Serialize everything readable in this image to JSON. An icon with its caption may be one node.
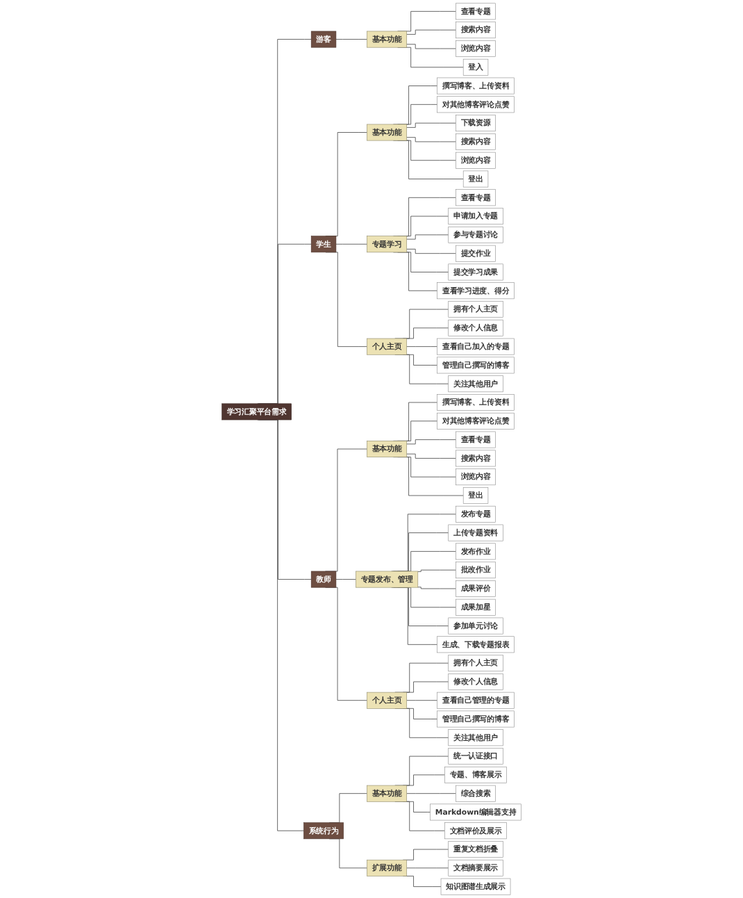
{
  "diagram": {
    "nodes": [
      {
        "text": [
          "学习汇聚平台需求"
        ]
      },
      {
        "text": [
          "游客"
        ]
      },
      {
        "text": [
          "基本功能"
        ]
      },
      {
        "text": [
          "查看专题"
        ]
      },
      {
        "text": [
          "搜索内容"
        ]
      },
      {
        "text": [
          "浏览内容"
        ]
      },
      {
        "text": [
          "登入"
        ]
      },
      {
        "text": [
          "学生"
        ]
      },
      {
        "text": [
          "基本功能"
        ]
      },
      {
        "text": [
          "撰写博客、上传资料"
        ]
      },
      {
        "text": [
          "对其他博客评论点赞"
        ]
      },
      {
        "text": [
          "下载资源"
        ]
      },
      {
        "text": [
          "搜索内容"
        ]
      },
      {
        "text": [
          "浏览内容"
        ]
      },
      {
        "text": [
          "登出"
        ]
      },
      {
        "text": [
          "专题学习"
        ]
      },
      {
        "text": [
          "查看专题"
        ]
      },
      {
        "text": [
          "申请加入专题"
        ]
      },
      {
        "text": [
          "参与专题讨论"
        ]
      },
      {
        "text": [
          "提交作业"
        ]
      },
      {
        "text": [
          "提交学习成果"
        ]
      },
      {
        "text": [
          "查看学习进度、得分"
        ]
      },
      {
        "text": [
          "个人主页"
        ]
      },
      {
        "text": [
          "拥有个人主页"
        ]
      },
      {
        "text": [
          "修改个人信息"
        ]
      },
      {
        "text": [
          "查看自己加入的专题"
        ]
      },
      {
        "text": [
          "管理自己撰写的博客"
        ]
      },
      {
        "text": [
          "关注其他用户"
        ]
      },
      {
        "text": [
          "教师"
        ]
      },
      {
        "text": [
          "基本功能"
        ]
      },
      {
        "text": [
          "撰写博客、上传资料"
        ]
      },
      {
        "text": [
          "对其他博客评论点赞"
        ]
      },
      {
        "text": [
          "查看专题"
        ]
      },
      {
        "text": [
          "搜索内容"
        ]
      },
      {
        "text": [
          "浏览内容"
        ]
      },
      {
        "text": [
          "登出"
        ]
      },
      {
        "text": [
          "专题发布、管理"
        ]
      },
      {
        "text": [
          "发布专题"
        ]
      },
      {
        "text": [
          "上传专题资料"
        ]
      },
      {
        "text": [
          "发布作业"
        ]
      },
      {
        "text": [
          "批改作业"
        ]
      },
      {
        "text": [
          "成果评价"
        ]
      },
      {
        "text": [
          "成果加星"
        ]
      },
      {
        "text": [
          "参加单元讨论"
        ]
      },
      {
        "text": [
          "生成、下载专题报表"
        ]
      },
      {
        "text": [
          "个人主页"
        ]
      },
      {
        "text": [
          "拥有个人主页"
        ]
      },
      {
        "text": [
          "修改个人信息"
        ]
      },
      {
        "text": [
          "查看自己管理的专题"
        ]
      },
      {
        "text": [
          "管理自己撰写的博客"
        ]
      },
      {
        "text": [
          "关注其他用户"
        ]
      },
      {
        "text": [
          "系统行为"
        ]
      },
      {
        "text": [
          "基本功能"
        ]
      },
      {
        "text": [
          "统一认证接口"
        ]
      },
      {
        "text": [
          "专题、博客展示"
        ]
      },
      {
        "text": [
          "综合搜索"
        ]
      },
      {
        "text": [
          "Markdown编辑器支持"
        ]
      },
      {
        "text": [
          "文档评价及展示"
        ]
      },
      {
        "text": [
          "扩展功能"
        ]
      },
      {
        "text": [
          "重复文档折叠"
        ]
      },
      {
        "text": [
          "文档摘要展示"
        ]
      },
      {
        "text": [
          "知识图谱生成展示"
        ]
      }
    ],
    "edges": [
      {
        "from": 0,
        "to": 1,
        "arrow": "none"
      },
      {
        "from": 0,
        "to": 7,
        "arrow": "none"
      },
      {
        "from": 0,
        "to": 28,
        "arrow": "none"
      },
      {
        "from": 0,
        "to": 51,
        "arrow": "none"
      },
      {
        "from": 1,
        "to": 2,
        "arrow": "none"
      },
      {
        "from": 2,
        "to": 3,
        "arrow": "none"
      },
      {
        "from": 2,
        "to": 4,
        "arrow": "none"
      },
      {
        "from": 2,
        "to": 5,
        "arrow": "none"
      },
      {
        "from": 2,
        "to": 6,
        "arrow": "none"
      },
      {
        "from": 7,
        "to": 8,
        "arrow": "none"
      },
      {
        "from": 8,
        "to": 9,
        "arrow": "none"
      },
      {
        "from": 8,
        "to": 10,
        "arrow": "none"
      },
      {
        "from": 8,
        "to": 11,
        "arrow": "none"
      },
      {
        "from": 8,
        "to": 12,
        "arrow": "none"
      },
      {
        "from": 8,
        "to": 13,
        "arrow": "none"
      },
      {
        "from": 8,
        "to": 14,
        "arrow": "none"
      },
      {
        "from": 7,
        "to": 15,
        "arrow": "none"
      },
      {
        "from": 15,
        "to": 16,
        "arrow": "none"
      },
      {
        "from": 15,
        "to": 17,
        "arrow": "none"
      },
      {
        "from": 15,
        "to": 18,
        "arrow": "none"
      },
      {
        "from": 15,
        "to": 19,
        "arrow": "none"
      },
      {
        "from": 15,
        "to": 20,
        "arrow": "none"
      },
      {
        "from": 15,
        "to": 21,
        "arrow": "none"
      },
      {
        "from": 7,
        "to": 22,
        "arrow": "none"
      },
      {
        "from": 22,
        "to": 23,
        "arrow": "none"
      },
      {
        "from": 22,
        "to": 24,
        "arrow": "none"
      },
      {
        "from": 22,
        "to": 25,
        "arrow": "none"
      },
      {
        "from": 22,
        "to": 26,
        "arrow": "none"
      },
      {
        "from": 22,
        "to": 27,
        "arrow": "none"
      },
      {
        "from": 28,
        "to": 29,
        "arrow": "none"
      },
      {
        "from": 29,
        "to": 30,
        "arrow": "none"
      },
      {
        "from": 29,
        "to": 31,
        "arrow": "none"
      },
      {
        "from": 29,
        "to": 32,
        "arrow": "none"
      },
      {
        "from": 29,
        "to": 33,
        "arrow": "none"
      },
      {
        "from": 29,
        "to": 34,
        "arrow": "none"
      },
      {
        "from": 29,
        "to": 35,
        "arrow": "none"
      },
      {
        "from": 28,
        "to": 36,
        "arrow": "none"
      },
      {
        "from": 36,
        "to": 37,
        "arrow": "none"
      },
      {
        "from": 36,
        "to": 38,
        "arrow": "none"
      },
      {
        "from": 36,
        "to": 39,
        "arrow": "none"
      },
      {
        "from": 36,
        "to": 40,
        "arrow": "none"
      },
      {
        "from": 36,
        "to": 41,
        "arrow": "none"
      },
      {
        "from": 36,
        "to": 42,
        "arrow": "none"
      },
      {
        "from": 36,
        "to": 43,
        "arrow": "none"
      },
      {
        "from": 36,
        "to": 44,
        "arrow": "none"
      },
      {
        "from": 28,
        "to": 45,
        "arrow": "none"
      },
      {
        "from": 45,
        "to": 46,
        "arrow": "none"
      },
      {
        "from": 45,
        "to": 47,
        "arrow": "none"
      },
      {
        "from": 45,
        "to": 48,
        "arrow": "none"
      },
      {
        "from": 45,
        "to": 49,
        "arrow": "none"
      },
      {
        "from": 45,
        "to": 50,
        "arrow": "none"
      },
      {
        "from": 51,
        "to": 52,
        "arrow": "none"
      },
      {
        "from": 52,
        "to": 53,
        "arrow": "none"
      },
      {
        "from": 52,
        "to": 54,
        "arrow": "none"
      },
      {
        "from": 52,
        "to": 55,
        "arrow": "none"
      },
      {
        "from": 52,
        "to": 56,
        "arrow": "none"
      },
      {
        "from": 52,
        "to": 57,
        "arrow": "none"
      },
      {
        "from": 51,
        "to": 58,
        "arrow": "none"
      },
      {
        "from": 58,
        "to": 59,
        "arrow": "none"
      },
      {
        "from": 58,
        "to": 60,
        "arrow": "none"
      },
      {
        "from": 58,
        "to": 61,
        "arrow": "none"
      }
    ]
  }
}
